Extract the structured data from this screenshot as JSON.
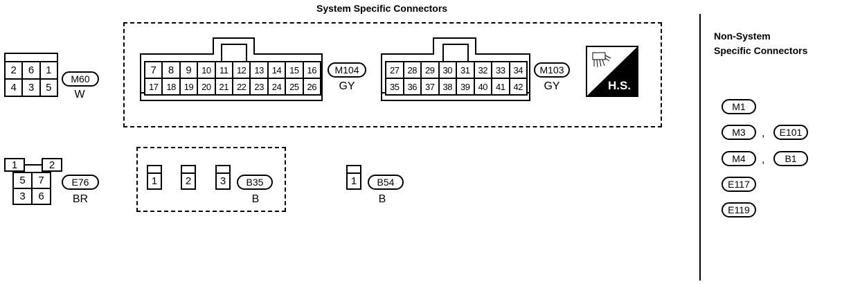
{
  "headings": {
    "system": "System Specific Connectors",
    "non_system_line1": "Non-System",
    "non_system_line2": "Specific Connectors"
  },
  "connectors": {
    "m60": {
      "id": "M60",
      "color": "W",
      "pins": [
        "2",
        "6",
        "1",
        "4",
        "3",
        "5"
      ]
    },
    "m104": {
      "id": "M104",
      "color": "GY",
      "pins": [
        "7",
        "8",
        "9",
        "10",
        "11",
        "12",
        "13",
        "14",
        "15",
        "16",
        "17",
        "18",
        "19",
        "20",
        "21",
        "22",
        "23",
        "24",
        "25",
        "26"
      ]
    },
    "m103": {
      "id": "M103",
      "color": "GY",
      "pins": [
        "27",
        "28",
        "29",
        "30",
        "31",
        "32",
        "33",
        "34",
        "35",
        "36",
        "37",
        "38",
        "39",
        "40",
        "41",
        "42"
      ]
    },
    "hs": {
      "label": "H.S."
    },
    "e76": {
      "id": "E76",
      "color": "BR",
      "pins": [
        "1",
        "2",
        "5",
        "7",
        "3",
        "6"
      ]
    },
    "b35": {
      "id": "B35",
      "color": "B",
      "pins": [
        "1",
        "2",
        "3"
      ]
    },
    "b54": {
      "id": "B54",
      "color": "B",
      "pins": [
        "1"
      ]
    }
  },
  "non_system": {
    "m1": "M1",
    "m3": "M3",
    "e101": "E101",
    "m4": "M4",
    "b1": "B1",
    "e117": "E117",
    "e119": "E119",
    "comma": ","
  }
}
